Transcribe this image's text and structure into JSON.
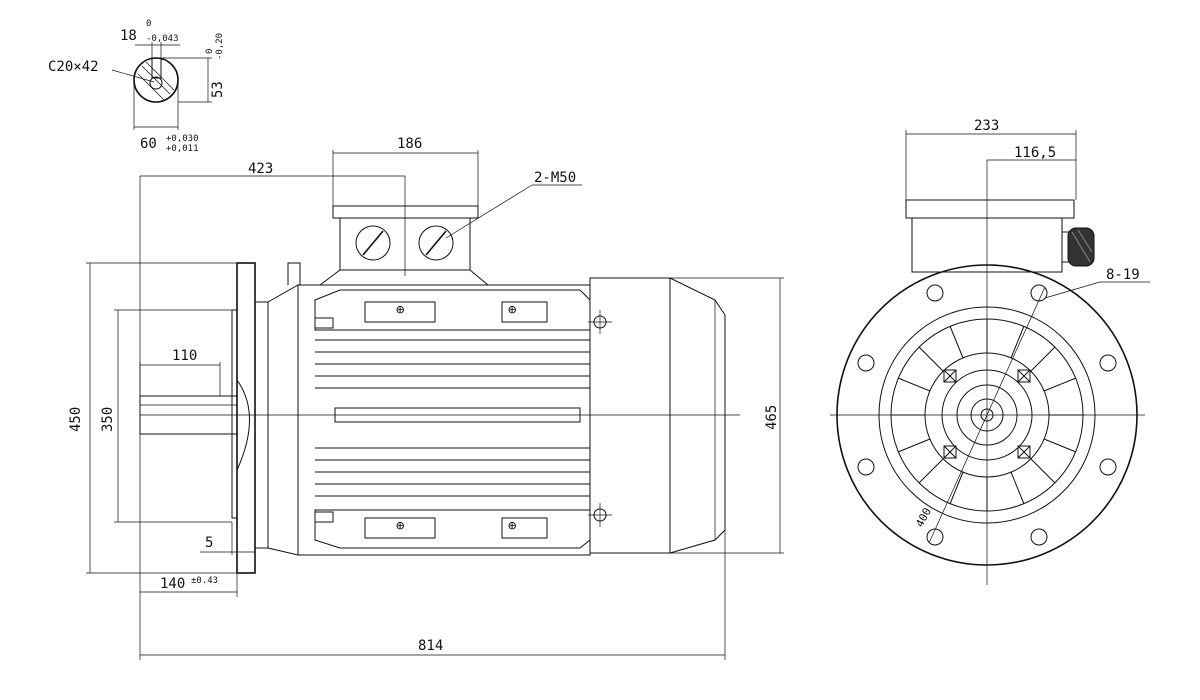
{
  "drawing": {
    "shaft_section": {
      "key_width": "18",
      "key_width_tol_upper": "0",
      "key_width_tol_lower": "-0,043",
      "key_height": "53",
      "key_height_tol_upper": "0",
      "key_height_tol_lower": "-0,20",
      "shaft_diameter": "60",
      "shaft_tol_upper": "+0,030",
      "shaft_tol_lower": "+0,011",
      "center_hole": "C20×42"
    },
    "side_view": {
      "box_width": "186",
      "box_position": "423",
      "cable_glands": "2-M50",
      "flange_diameter": "450",
      "spigot_diameter": "350",
      "shaft_length": "110",
      "spigot_depth": "5",
      "shaft_to_foot": "140",
      "shaft_to_foot_tol": "±0.43",
      "height": "465",
      "overall_length": "814"
    },
    "end_view": {
      "box_width": "233",
      "box_half_width": "116,5",
      "flange_holes": "8-19",
      "pitch_diameter": "400"
    }
  }
}
